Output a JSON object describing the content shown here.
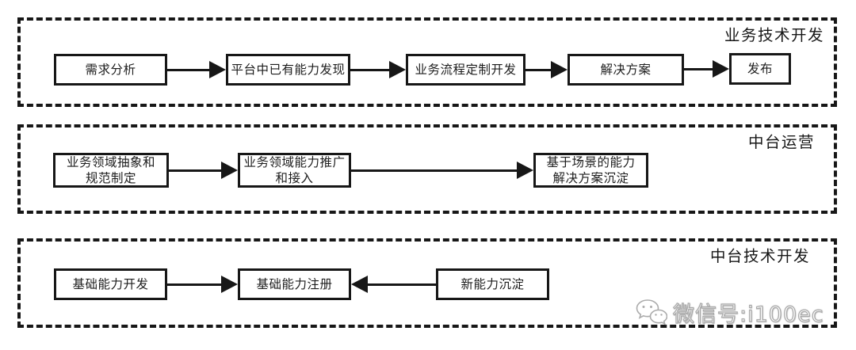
{
  "diagram": {
    "lanes": [
      {
        "title": "业务技术开发",
        "boxes": [
          {
            "label": "需求分析"
          },
          {
            "label": "平台中已有能力发现"
          },
          {
            "label": "业务流程定制开发"
          },
          {
            "label": "解决方案"
          },
          {
            "label": "发布"
          }
        ]
      },
      {
        "title": "中台运营",
        "boxes": [
          {
            "label": "业务领域抽象和\n规范制定"
          },
          {
            "label": "业务领域能力推广\n和接入"
          },
          {
            "label": "基于场景的能力\n解决方案沉淀"
          }
        ]
      },
      {
        "title": "中台技术开发",
        "boxes": [
          {
            "label": "基础能力开发"
          },
          {
            "label": "基础能力注册"
          },
          {
            "label": "新能力沉淀"
          }
        ]
      }
    ],
    "flows": [
      {
        "from": "需求分析",
        "to": "平台中已有能力发现",
        "direction": "right"
      },
      {
        "from": "平台中已有能力发现",
        "to": "业务流程定制开发",
        "direction": "right"
      },
      {
        "from": "业务流程定制开发",
        "to": "解决方案",
        "direction": "right"
      },
      {
        "from": "解决方案",
        "to": "发布",
        "direction": "right"
      },
      {
        "from": "业务领域抽象和规范制定",
        "to": "业务领域能力推广和接入",
        "direction": "right"
      },
      {
        "from": "业务领域能力推广和接入",
        "to": "基于场景的能力解决方案沉淀",
        "direction": "right"
      },
      {
        "from": "基础能力开发",
        "to": "基础能力注册",
        "direction": "right"
      },
      {
        "from": "新能力沉淀",
        "to": "基础能力注册",
        "direction": "left"
      }
    ],
    "colors": {
      "line": "#171717",
      "box_border": "#171717",
      "text": "#1d1d1d",
      "background": "#ffffff",
      "watermark": "#a9a9a9"
    }
  },
  "watermark": {
    "icon": "wechat-icon",
    "label": "微信号:i100ec"
  }
}
